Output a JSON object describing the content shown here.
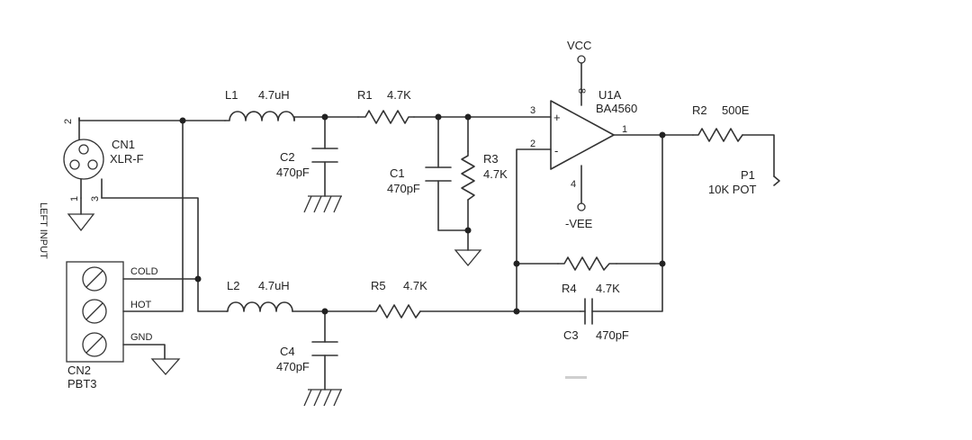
{
  "components": {
    "cn1": {
      "ref": "CN1",
      "value": "XLR-F",
      "pin_top": "2",
      "pin_b1": "1",
      "pin_b3": "3"
    },
    "cn2": {
      "ref": "CN2",
      "value": "PBT3",
      "pin1": "COLD",
      "pin2": "HOT",
      "pin3": "GND"
    },
    "left_input": "LEFT INPUT",
    "l1": {
      "ref": "L1",
      "value": "4.7uH"
    },
    "l2": {
      "ref": "L2",
      "value": "4.7uH"
    },
    "r1": {
      "ref": "R1",
      "value": "4.7K"
    },
    "r2": {
      "ref": "R2",
      "value": "500E"
    },
    "r3": {
      "ref": "R3",
      "value": "4.7K"
    },
    "r4": {
      "ref": "R4",
      "value": "4.7K"
    },
    "r5": {
      "ref": "R5",
      "value": "4.7K"
    },
    "c1": {
      "ref": "C1",
      "value": "470pF"
    },
    "c2": {
      "ref": "C2",
      "value": "470pF"
    },
    "c3": {
      "ref": "C3",
      "value": "470pF"
    },
    "c4": {
      "ref": "C4",
      "value": "470pF"
    },
    "u1a": {
      "ref": "U1A",
      "value": "BA4560",
      "pin3": "3",
      "pin2": "2",
      "pin1": "1",
      "pin8": "8",
      "pin4": "4",
      "plus": "+",
      "minus": "-"
    },
    "p1": {
      "ref": "P1",
      "value": "10K POT"
    },
    "vcc": "VCC",
    "vee": "-VEE"
  }
}
